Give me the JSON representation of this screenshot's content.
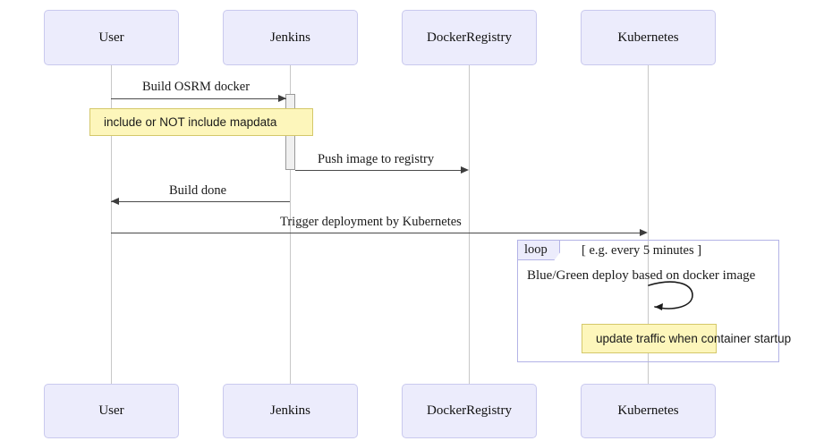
{
  "diagram": {
    "type": "uml-sequence-diagram",
    "background_color": "#ffffff",
    "participant_fill": "#ececfc",
    "participant_border": "#c9c9ee",
    "note_fill": "#fdf6bb",
    "note_border": "#d4c86a",
    "frame_border": "#b3b3e6",
    "message_color": "#3d3d3d",
    "lifeline_color": "#c8c8c8"
  },
  "participants": [
    {
      "id": "user",
      "label": "User"
    },
    {
      "id": "jenkins",
      "label": "Jenkins"
    },
    {
      "id": "dockerregistry",
      "label": "DockerRegistry"
    },
    {
      "id": "kubernetes",
      "label": "Kubernetes"
    }
  ],
  "participants_bottom": [
    {
      "id": "user",
      "label": "User"
    },
    {
      "id": "jenkins",
      "label": "Jenkins"
    },
    {
      "id": "dockerregistry",
      "label": "DockerRegistry"
    },
    {
      "id": "kubernetes",
      "label": "Kubernetes"
    }
  ],
  "messages": [
    {
      "id": "m1",
      "label": "Build OSRM docker",
      "from": "user",
      "to": "jenkins",
      "direction": "right"
    },
    {
      "id": "m2",
      "label": "Push image to registry",
      "from": "jenkins",
      "to": "dockerregistry",
      "direction": "right"
    },
    {
      "id": "m3",
      "label": "Build done",
      "from": "jenkins",
      "to": "user",
      "direction": "left"
    },
    {
      "id": "m4",
      "label": "Trigger deployment by Kubernetes",
      "from": "user",
      "to": "kubernetes",
      "direction": "right"
    }
  ],
  "notes": [
    {
      "id": "note1",
      "text": "include or NOT include mapdata"
    },
    {
      "id": "note2",
      "text": "update traffic when container startup"
    }
  ],
  "loop_frame": {
    "keyword": "loop",
    "condition": "[ e.g. every 5 minutes ]",
    "body_text": "Blue/Green deploy based on docker image",
    "self_message_target": "kubernetes"
  }
}
